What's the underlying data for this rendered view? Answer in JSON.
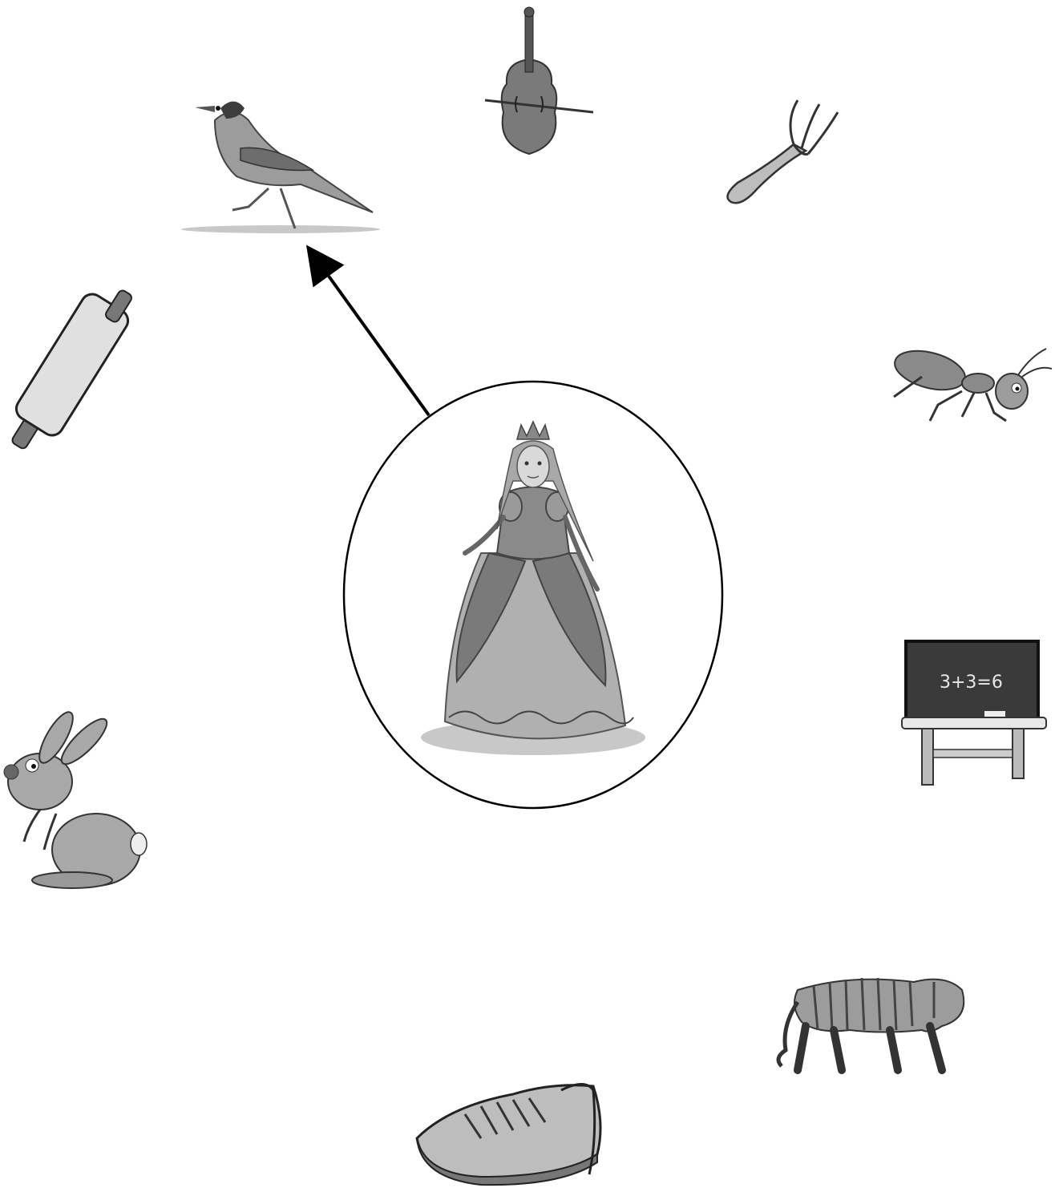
{
  "worksheet": {
    "center_item": {
      "icon": "princess-icon"
    },
    "arrow": {
      "from": "princess",
      "to": "bird"
    },
    "surrounding_items": [
      {
        "icon": "bird-icon"
      },
      {
        "icon": "violin-icon"
      },
      {
        "icon": "fork-icon"
      },
      {
        "icon": "rolling-pin-icon"
      },
      {
        "icon": "ant-icon"
      },
      {
        "icon": "blackboard-icon",
        "text": "3+3=6"
      },
      {
        "icon": "rabbit-icon"
      },
      {
        "icon": "tiger-icon"
      },
      {
        "icon": "sneaker-icon"
      }
    ]
  }
}
